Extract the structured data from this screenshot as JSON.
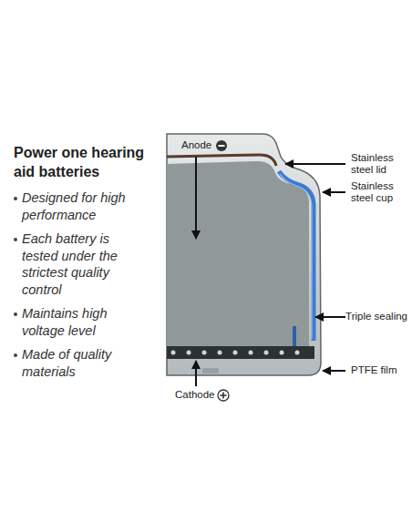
{
  "diagram": {
    "title": "Power one hearing aid batteries",
    "labels": [
      "Designed for high performance",
      "Each battery is tested under the strictest quality control",
      "Maintains high voltage level",
      "Made of quality materials",
      "Anode",
      "Stainless steel lid",
      "Stainless steel cup",
      "Triple sealing",
      "PTFE film",
      "Cathode"
    ]
  }
}
